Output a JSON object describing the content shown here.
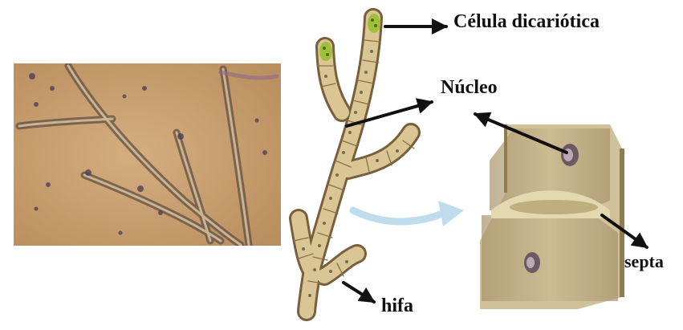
{
  "labels": {
    "dikaryotic_cell": "Célula dicariótica",
    "nucleus": "Núcleo",
    "septum": "septa",
    "hypha": "hifa"
  },
  "colors": {
    "micrograph_bg": "#c9a274",
    "hypha_wall": "#7a5f3d",
    "hypha_fill": "#d9c694",
    "cell_tip": "#9fc13a",
    "nucleus": "#6b5a63",
    "arrow": "#111111",
    "transition_arrow": "#bfdcec"
  },
  "icons": {
    "transition_arrow": "light-blue-curved-arrow",
    "pointer_arrows": "black-arrow"
  }
}
